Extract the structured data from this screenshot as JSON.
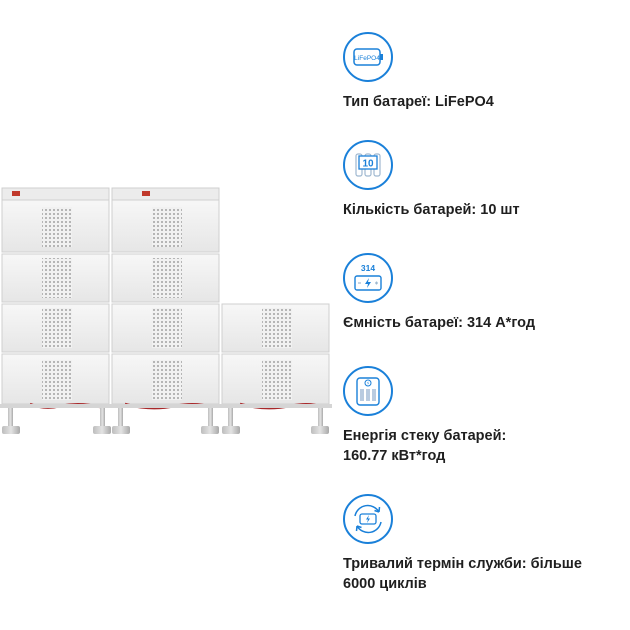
{
  "accent_color": "#1a80d9",
  "features": [
    {
      "icon": "lifepo4-battery-icon",
      "icon_text": "LiFePO4",
      "label": "Тип батареї: LiFePO4"
    },
    {
      "icon": "battery-count-icon",
      "icon_text": "10",
      "label": "Кількість батарей: 10 шт"
    },
    {
      "icon": "battery-capacity-icon",
      "icon_text": "314",
      "label": "Ємність батареї: 314 А*год"
    },
    {
      "icon": "battery-energy-icon",
      "icon_text": "",
      "label": "Енергія стеку батарей:\n160.77  кВт*год"
    },
    {
      "icon": "battery-lifespan-icon",
      "icon_text": "",
      "label": "Тривалий термін служби: більше\n6000 циклів"
    }
  ]
}
